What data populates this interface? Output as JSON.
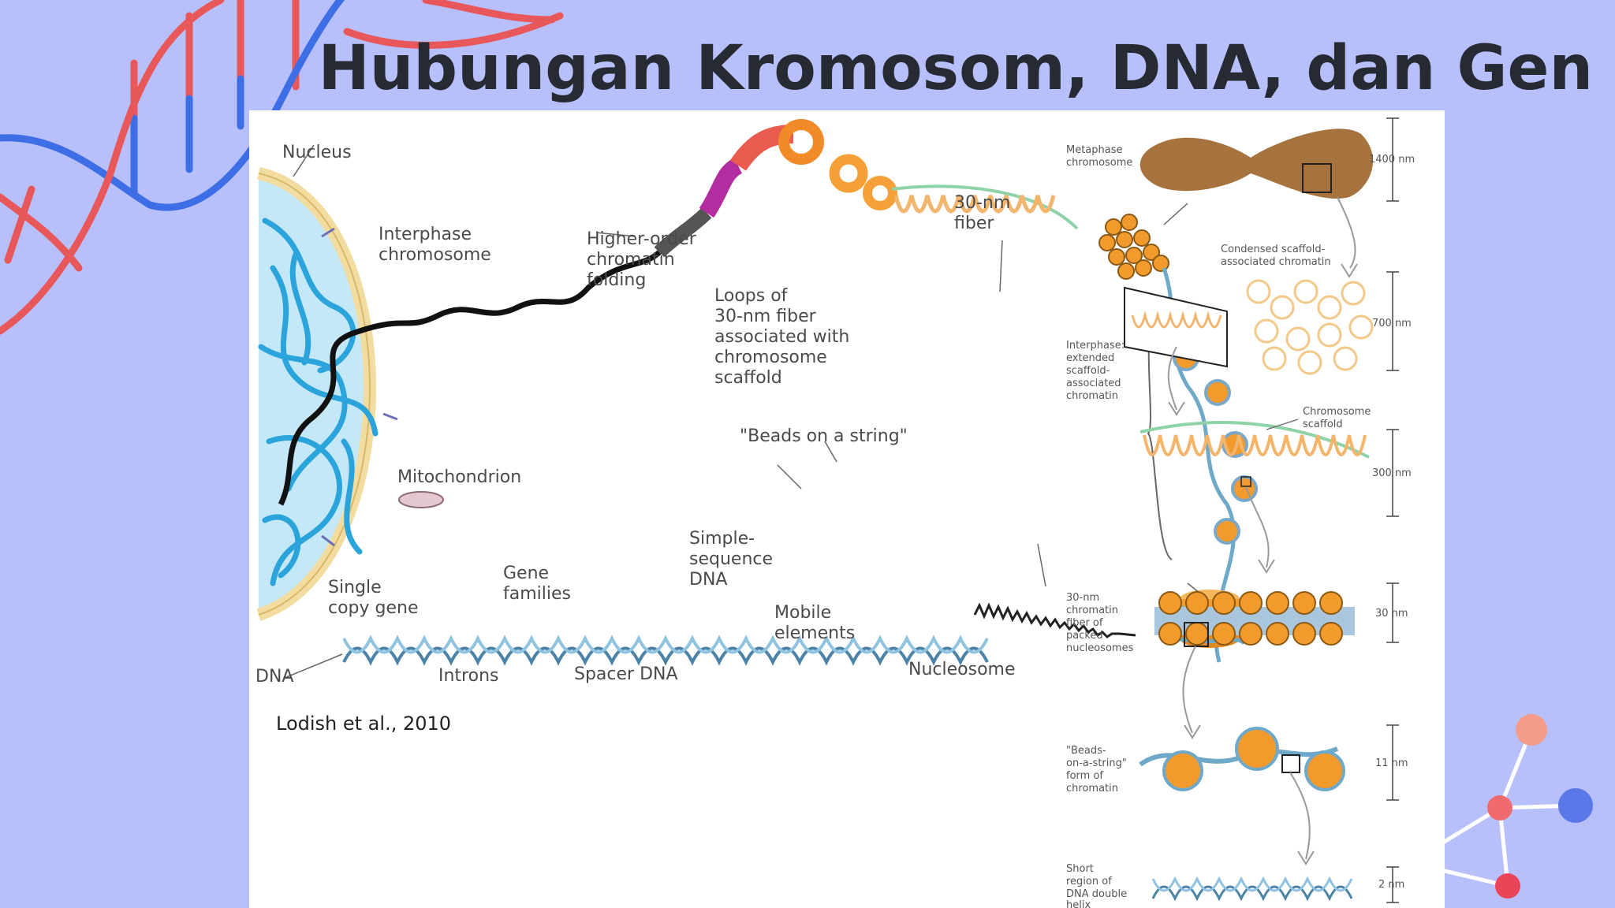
{
  "slide": {
    "title": "Hubungan Kromosom, DNA, dan Gen"
  },
  "colors": {
    "background": "#b8c0fb",
    "dna_red": "#e8585b",
    "dna_blue": "#3d6ee6",
    "chromatin_orange": "#f2b26a",
    "bead_orange": "#f39a2c",
    "nucleus_blue": "#29a8de"
  },
  "figure": {
    "labels": {
      "nucleus": "Nucleus",
      "interphase_line1": "Interphase",
      "interphase_line2": "chromosome",
      "higher_line1": "Higher-order",
      "higher_line2": "chromatin",
      "higher_line3": "folding",
      "loops_line1": "Loops of",
      "loops_line2": "30-nm fiber",
      "loops_line3": "associated with",
      "loops_line4": "chromosome",
      "loops_line5": "scaffold",
      "fiber_line1": "30-nm",
      "fiber_line2": "fiber",
      "beads": "\"Beads on a string\"",
      "mitochondrion": "Mitochondrion",
      "simple_line1": "Simple-",
      "simple_line2": "sequence",
      "simple_line3": "DNA",
      "gene_families_line1": "Gene",
      "gene_families_line2": "families",
      "single_copy_line1": "Single",
      "single_copy_line2": "copy gene",
      "mobile_line1": "Mobile",
      "mobile_line2": "elements",
      "dna": "DNA",
      "introns": "Introns",
      "spacer": "Spacer DNA",
      "nucleosome": "Nucleosome",
      "citation": "Lodish et al., 2010"
    },
    "right": {
      "metaphase_line1": "Metaphase",
      "metaphase_line2": "chromosome",
      "condensed_line1": "Condensed scaffold-",
      "condensed_line2": "associated chromatin",
      "interphase_line1": "Interphase:",
      "interphase_line2": "extended",
      "interphase_line3": "scaffold-",
      "interphase_line4": "associated",
      "interphase_line5": "chromatin",
      "scaffold_line1": "Chromosome",
      "scaffold_line2": "scaffold",
      "fiber30_line1": "30-nm",
      "fiber30_line2": "chromatin",
      "fiber30_line3": "fiber of",
      "fiber30_line4": "packed",
      "fiber30_line5": "nucleosomes",
      "beads_line1": "\"Beads-",
      "beads_line2": "on-a-string\"",
      "beads_line3": "form of",
      "beads_line4": "chromatin",
      "short_line1": "Short",
      "short_line2": "region of",
      "short_line3": "DNA double",
      "short_line4": "helix",
      "scale_1400": "1400 nm",
      "scale_700": "700 nm",
      "scale_300": "300 nm",
      "scale_30": "30 nm",
      "scale_11": "11 nm",
      "scale_2": "2 nm"
    }
  }
}
